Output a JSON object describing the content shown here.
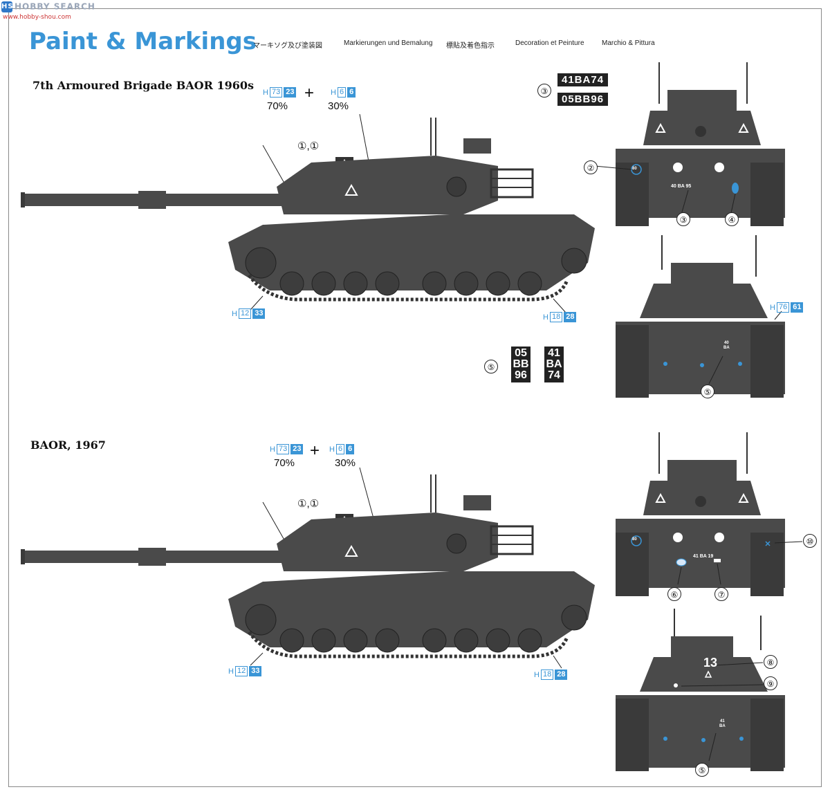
{
  "watermark": {
    "logo": "HS",
    "text": "HOBBY SEARCH",
    "url": "www.hobby-shou.com"
  },
  "header": {
    "title": "Paint & Markings",
    "subtitles": [
      "マーキソグ及び塗装図",
      "Markierungen und Bemalung",
      "標貼及着色指示",
      "Decoration et Peinture",
      "Marchio & Pittura"
    ]
  },
  "section1": {
    "title": "7th Armoured Brigade BAOR 1960s",
    "paint": {
      "c1": {
        "h": "H",
        "code": "73",
        "fill": "23"
      },
      "c2": {
        "h": "H",
        "code": "6",
        "fill": "6"
      },
      "plus": "+",
      "pct1": "70%",
      "pct2": "30%"
    },
    "decal_turret": "①,①",
    "track_left": {
      "h": "H",
      "code": "12",
      "fill": "33"
    },
    "track_right": {
      "h": "H",
      "code": "18",
      "fill": "28"
    },
    "plates": {
      "num": "③",
      "line1": "41BA74",
      "line2": "05BB96"
    },
    "vplates": {
      "num": "⑤",
      "left": [
        "05",
        "BB",
        "96"
      ],
      "right": [
        "41",
        "BA",
        "74"
      ]
    },
    "front": {
      "callouts": [
        "②",
        "③",
        "④"
      ],
      "badge": "80",
      "plate": "40 BA 95"
    },
    "rear": {
      "callout": "⑤",
      "paint": {
        "h": "H",
        "code": "76",
        "fill": "61"
      },
      "plate": [
        "40",
        "BA"
      ]
    }
  },
  "section2": {
    "title": "BAOR, 1967",
    "paint": {
      "c1": {
        "h": "H",
        "code": "73",
        "fill": "23"
      },
      "c2": {
        "h": "H",
        "code": "6",
        "fill": "6"
      },
      "plus": "+",
      "pct1": "70%",
      "pct2": "30%"
    },
    "decal_turret": "①,①",
    "track_left": {
      "h": "H",
      "code": "12",
      "fill": "33"
    },
    "track_right": {
      "h": "H",
      "code": "18",
      "fill": "28"
    },
    "front": {
      "callouts": [
        "⑥",
        "⑦",
        "⑩"
      ],
      "badge": "80",
      "plate": "41 BA 19"
    },
    "rear": {
      "callouts": [
        "⑧",
        "⑨",
        "⑤"
      ],
      "number": "13",
      "plate": [
        "41",
        "BA"
      ]
    }
  },
  "colors": {
    "accent_blue": "#3a95d6",
    "tank": "#4a4a4a",
    "plate_bg": "#222222"
  }
}
